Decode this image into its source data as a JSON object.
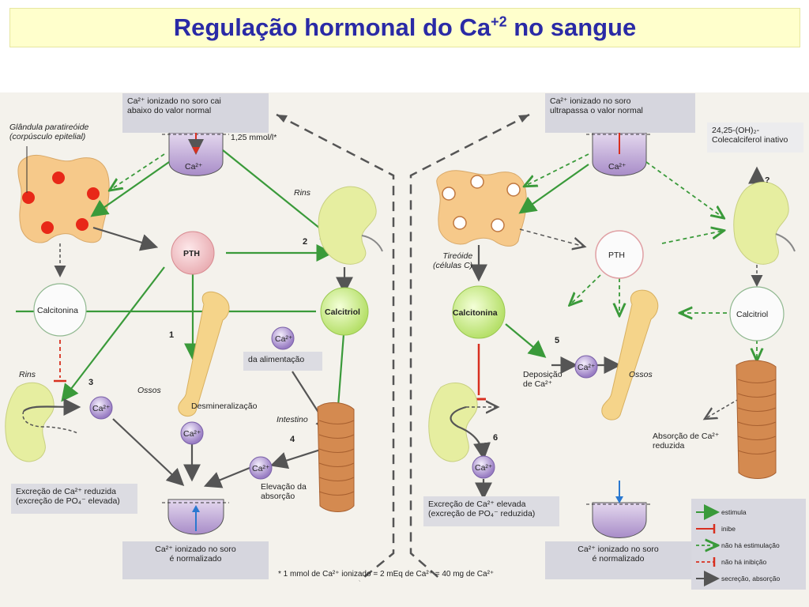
{
  "title": {
    "prefix": "Regulação hormonal do Ca",
    "superscript": "+2",
    "suffix": " no sangue"
  },
  "left": {
    "top_box": [
      "Ca²⁺ ionizado no soro cai",
      "abaixo do valor normal"
    ],
    "level": "1,25 mmol/l*",
    "gland": [
      "Glândula paratireóide",
      "(corpúsculo epitelial)"
    ],
    "rins_top": "Rins",
    "pth": "PTH",
    "num2": "2",
    "calcitriol": "Calcitriol",
    "calcitonina": "Calcitonina",
    "num1": "1",
    "ca_food": "Ca²⁺",
    "food": "da alimentação",
    "rins_left": "Rins",
    "num3": "3",
    "ca_kidney": "Ca²⁺",
    "ossos": "Ossos",
    "desmin": "Desmineralização",
    "ca_bone": "Ca²⁺",
    "intestino": "Intestino",
    "num4": "4",
    "ca_int": "Ca²⁺",
    "elevacao": [
      "Elevação da",
      "absorção"
    ],
    "excr": [
      "Excreção de Ca²⁺ reduzida",
      "(excreção de PO₄⁻ elevada)"
    ],
    "bottom_box": [
      "Ca²⁺ ionizado no soro",
      "é normalizado"
    ],
    "cup_label": "Ca²⁺"
  },
  "right": {
    "top_box": [
      "Ca²⁺ ionizado no soro",
      "ultrapassa o valor normal"
    ],
    "vitd": [
      "24,25-(OH)₂-",
      "Colecalciferol inativo"
    ],
    "question": "?",
    "tireoide": [
      "Tireóide",
      "(células C)"
    ],
    "pth": "PTH",
    "calcitonina": "Calcitonina",
    "num5": "5",
    "calcitriol": "Calcitriol",
    "deposicao": [
      "Deposição",
      "de Ca²⁺"
    ],
    "ca_dep": "Ca²⁺",
    "ossos": "Ossos",
    "absorcao": [
      "Absorção de Ca²⁺",
      "reduzida"
    ],
    "num6": "6",
    "ca_kid": "Ca²⁺",
    "excr": [
      "Excreção de Ca²⁺ elevada",
      "(excreção de PO₄⁻ reduzida)"
    ],
    "bottom_box": [
      "Ca²⁺ ionizado no soro",
      "é normalizado"
    ],
    "cup_label": "Ca²⁺"
  },
  "footnote": "* 1 mmol de Ca²⁺ ionizado = 2 mEq de Ca²⁺ = 40 mg de Ca²⁺",
  "legend": [
    "estimula",
    "inibe",
    "não há estimulação",
    "não há inibição",
    "secreção, absorção"
  ],
  "colors": {
    "green": "#3a9a3a",
    "red": "#d83020",
    "gray": "#555555",
    "title": "#2a2aa6",
    "purple": "#b79bd3"
  }
}
